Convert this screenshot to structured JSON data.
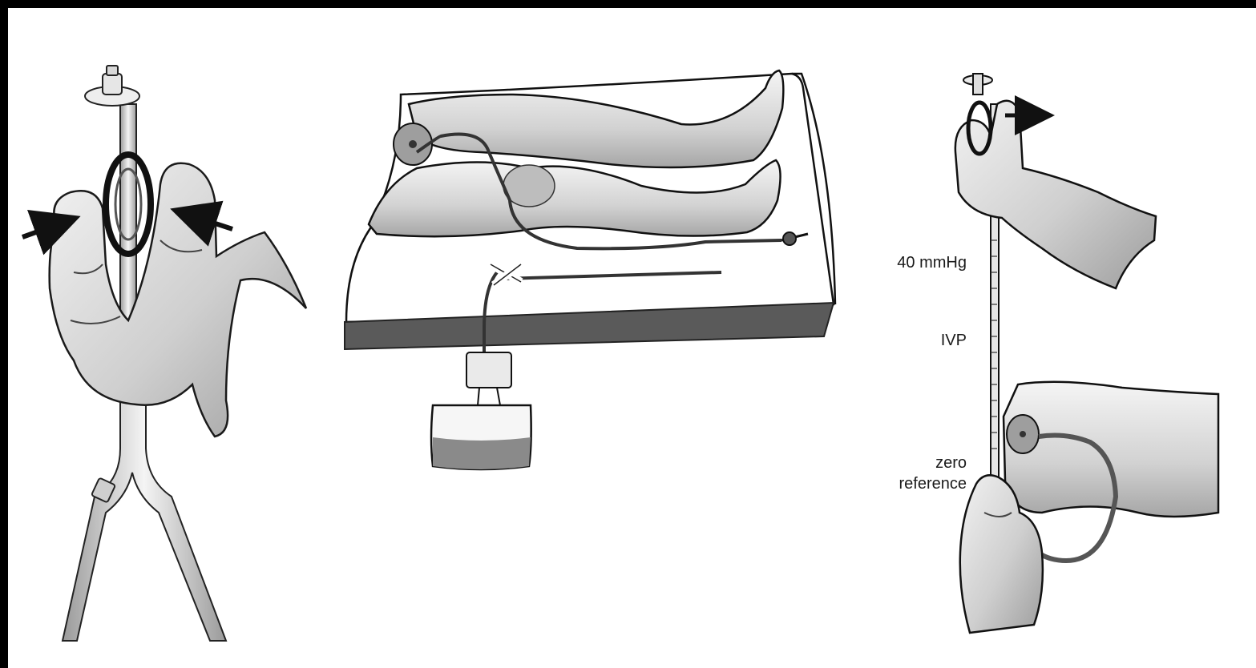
{
  "labels": {
    "pressure": "40 mmHg",
    "ivp": "IVP",
    "zero_line1": "zero",
    "zero_line2": "reference"
  },
  "colors": {
    "background": "#000000",
    "canvas": "#ffffff",
    "skin": "#d9d9d9",
    "skin_shadow": "#a9a9a9",
    "outline": "#111111",
    "table": "#5a5a5a",
    "fluid": "#8a8a8a"
  },
  "icons": {
    "arrow_left": "arrow-right-icon",
    "arrow_right": "arrow-left-icon",
    "arrow_pull": "arrow-right-icon"
  }
}
